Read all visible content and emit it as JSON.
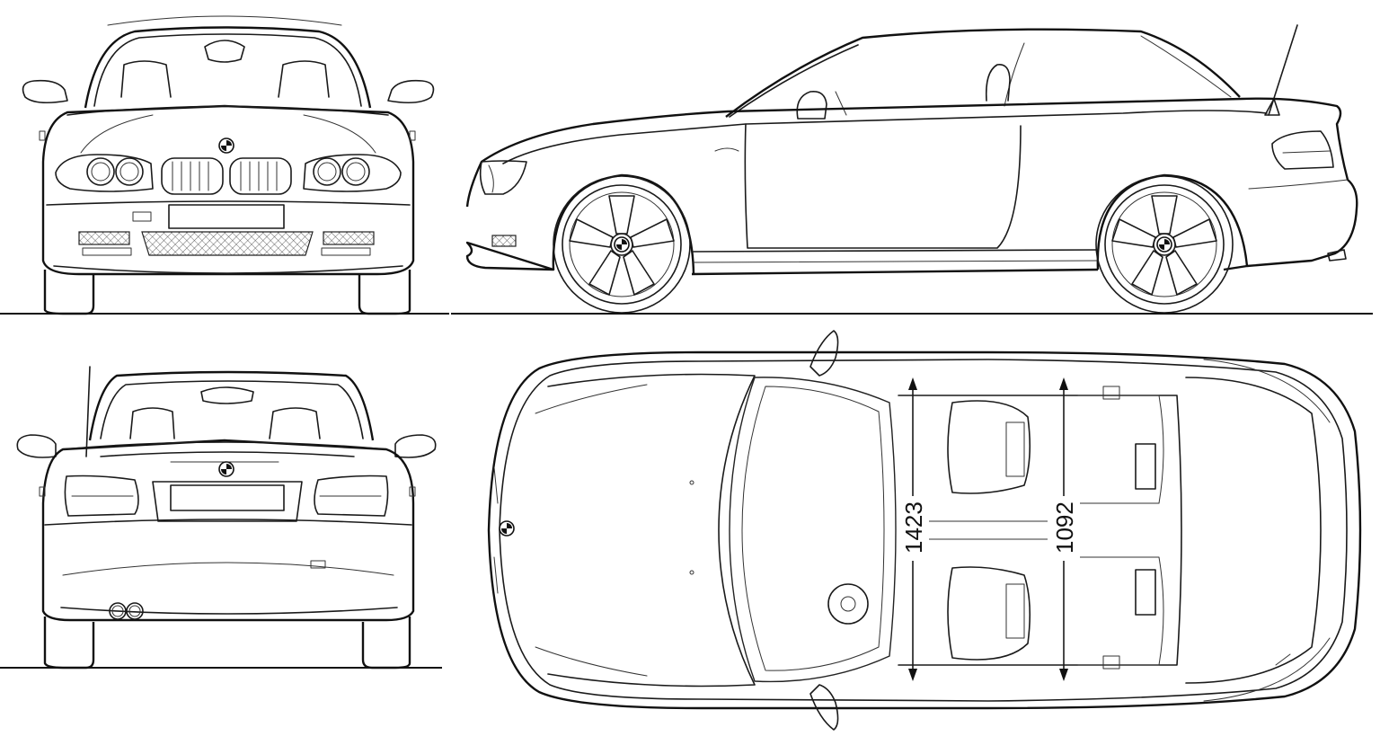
{
  "views": {
    "front": "front-view",
    "side": "side-view",
    "rear": "rear-view",
    "top": "top-view"
  },
  "dimensions": {
    "front_track_width": "1423",
    "rear_interior_width": "1092"
  },
  "colors": {
    "line": "#1a1a1a",
    "background": "#ffffff"
  }
}
